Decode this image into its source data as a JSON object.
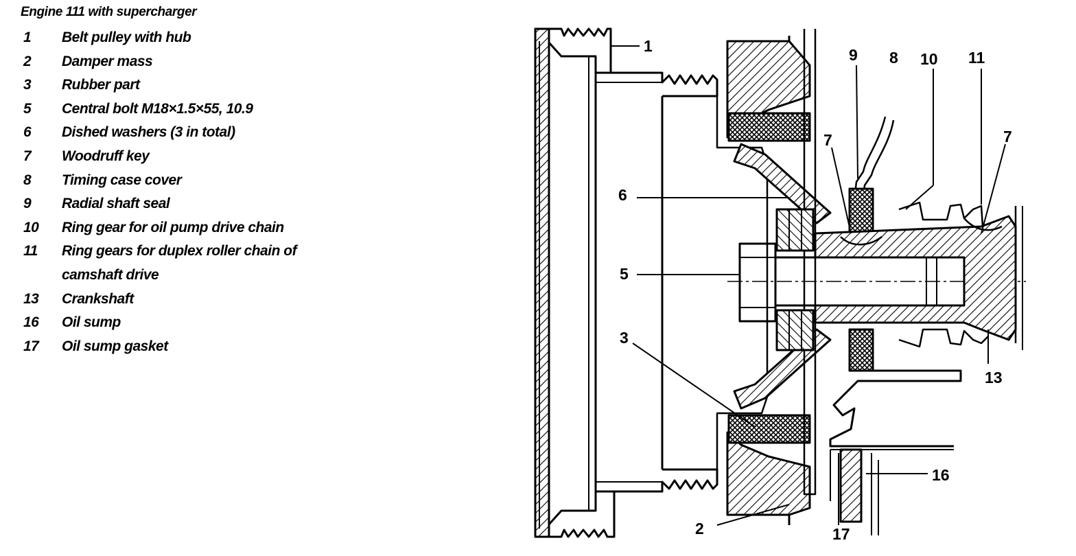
{
  "legend": {
    "title": "Engine 111 with supercharger",
    "items": [
      {
        "num": "1",
        "text": "Belt pulley with hub"
      },
      {
        "num": "2",
        "text": "Damper mass"
      },
      {
        "num": "3",
        "text": "Rubber part"
      },
      {
        "num": "5",
        "text": "Central bolt M18×1.5×55, 10.9"
      },
      {
        "num": "6",
        "text": "Dished washers (3 in total)"
      },
      {
        "num": "7",
        "text": "Woodruff key"
      },
      {
        "num": "8",
        "text": "Timing case cover"
      },
      {
        "num": "9",
        "text": "Radial shaft seal"
      },
      {
        "num": "10",
        "text": "Ring gear for oil pump drive chain"
      },
      {
        "num": "11",
        "text": "Ring gears for duplex roller chain of",
        "text_cont": "camshaft drive"
      },
      {
        "num": "13",
        "text": "Crankshaft"
      },
      {
        "num": "16",
        "text": "Oil sump"
      },
      {
        "num": "17",
        "text": "Oil sump gasket"
      }
    ]
  },
  "callouts": {
    "c1": "1",
    "c2": "2",
    "c3": "3",
    "c5": "5",
    "c6": "6",
    "c7a": "7",
    "c7b": "7",
    "c8": "8",
    "c9": "9",
    "c10": "10",
    "c11": "11",
    "c13": "13",
    "c16": "16",
    "c17": "17"
  }
}
